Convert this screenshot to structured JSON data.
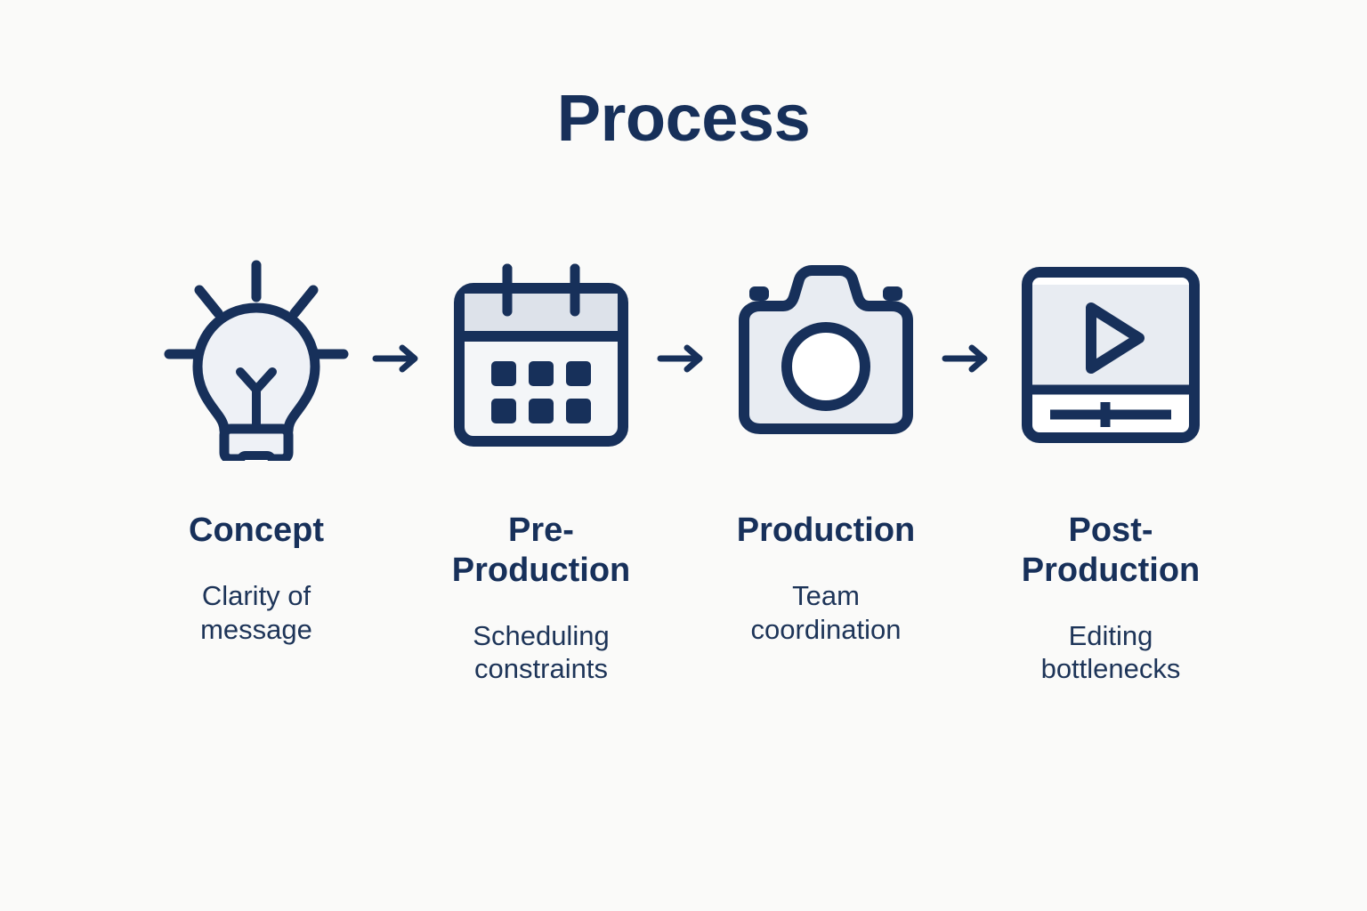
{
  "page": {
    "title": "Process",
    "background_color": "#fafaf9",
    "ink_color": "#17305a",
    "icon_fill_light": "#eef1f6",
    "icon_fill_band": "#dde2ea",
    "icon_fill_white": "#ffffff"
  },
  "connectors": [
    {
      "name": "arrow-1",
      "glyph": "right-arrow"
    },
    {
      "name": "arrow-2",
      "glyph": "right-arrow"
    },
    {
      "name": "arrow-3",
      "glyph": "right-arrow"
    }
  ],
  "steps": [
    {
      "label": "Concept",
      "description": "Clarity of message",
      "icon": "lightbulb-icon"
    },
    {
      "label": "Pre-Production",
      "description": "Scheduling constraints",
      "icon": "calendar-icon"
    },
    {
      "label": "Production",
      "description": "Team coordination",
      "icon": "camera-icon"
    },
    {
      "label": "Post-Production",
      "description": "Editing bottlenecks",
      "icon": "video-player-icon"
    }
  ]
}
